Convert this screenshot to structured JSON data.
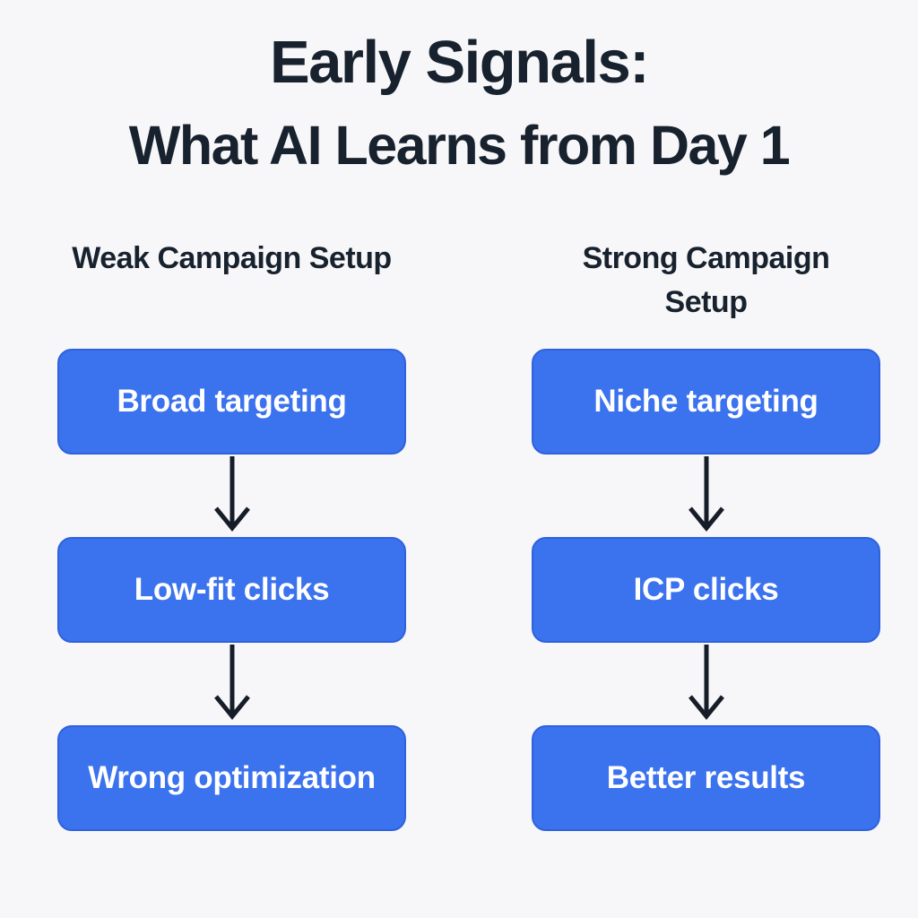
{
  "title": {
    "line1": "Early Signals:",
    "line2": "What AI Learns from Day 1"
  },
  "columns": [
    {
      "heading": "Weak Campaign Setup",
      "steps": [
        "Broad targeting",
        "Low-fit clicks",
        "Wrong optimization"
      ]
    },
    {
      "heading": "Strong Campaign Setup",
      "steps": [
        "Niche targeting",
        "ICP clicks",
        "Better results"
      ]
    }
  ],
  "colors": {
    "background": "#f7f7f9",
    "box_fill": "#3b72ee",
    "box_border": "#2f62dc",
    "box_text": "#ffffff",
    "heading_text": "#18222e",
    "arrow": "#161c28"
  }
}
